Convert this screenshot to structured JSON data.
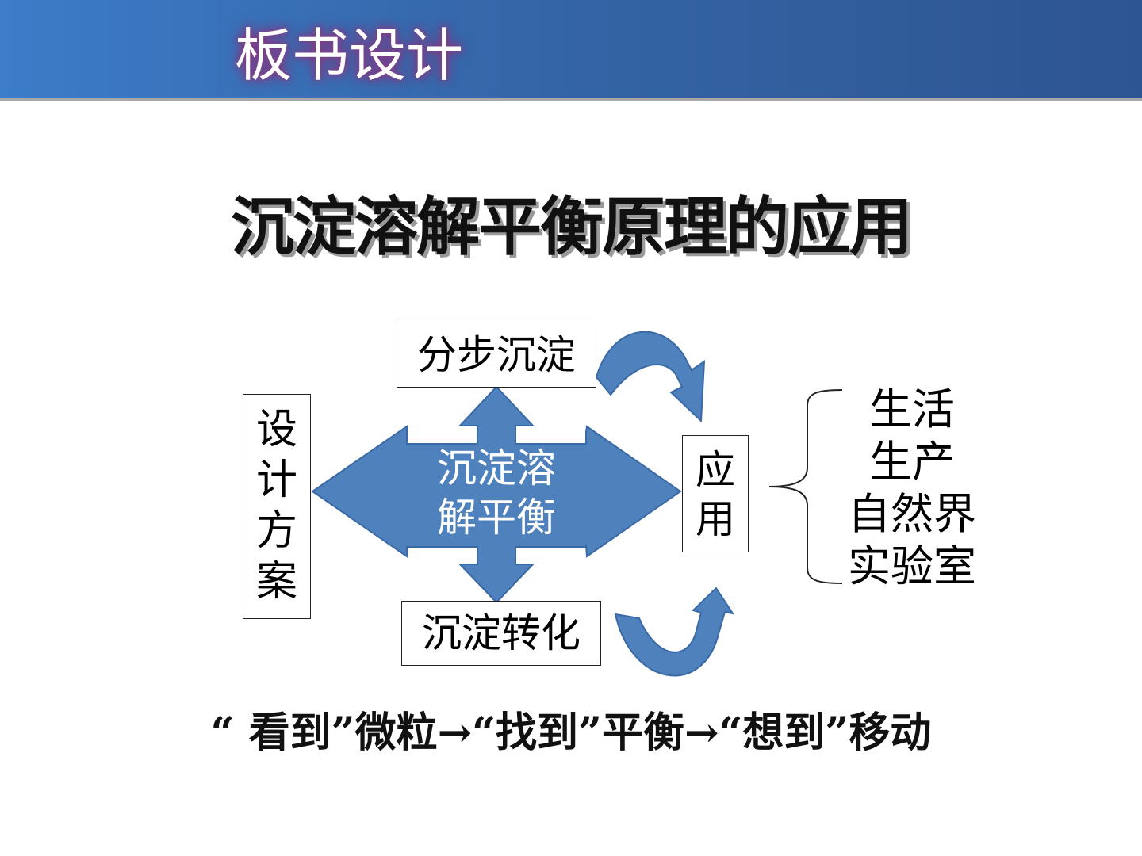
{
  "header": {
    "title": "板书设计"
  },
  "main_title": "沉淀溶解平衡原理的应用",
  "diagram": {
    "center": "沉淀溶解平衡",
    "center_line1": "沉淀溶",
    "center_line2": "解平衡",
    "top": "分步沉淀",
    "bottom": "沉淀转化",
    "left": [
      "设",
      "计",
      "方",
      "案"
    ],
    "right": [
      "应",
      "用"
    ],
    "applications": [
      "生活",
      "生产",
      "自然界",
      "实验室"
    ]
  },
  "footer": "“ 看到”微粒→“找到”平衡→“想到”移动",
  "colors": {
    "header": "#3566a8",
    "arrow_fill": "#4f81bd",
    "arrow_stroke": "#3a6aa6",
    "title_glow": "#8a3a84"
  }
}
